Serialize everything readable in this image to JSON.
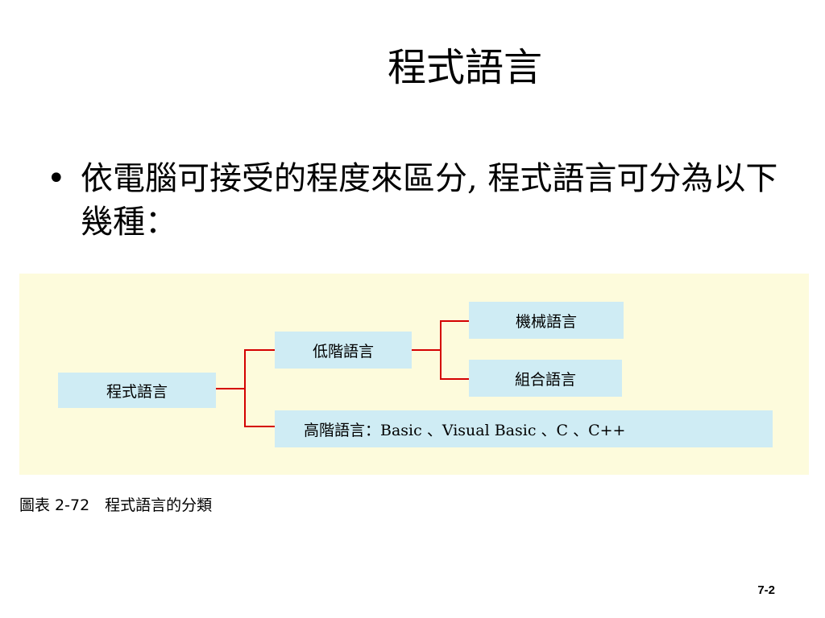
{
  "slide": {
    "title": "程式語言",
    "bullet_symbol": "•",
    "bullet_text": "依電腦可接受的程度來區分, 程式語言可分為以下幾種：",
    "page_number": "7-2"
  },
  "diagram": {
    "root": "程式語言",
    "low_level": "低階語言",
    "machine": "機械語言",
    "assembly": "組合語言",
    "high_level_label": "高階語言：",
    "high_level_examples": " Basic 、Visual Basic 、C 、C++",
    "caption": "圖表 2-72　程式語言的分類"
  },
  "colors": {
    "panel_bg": "#fdfbdc",
    "box_bg": "#cfecf4",
    "connector": "#d40000"
  }
}
